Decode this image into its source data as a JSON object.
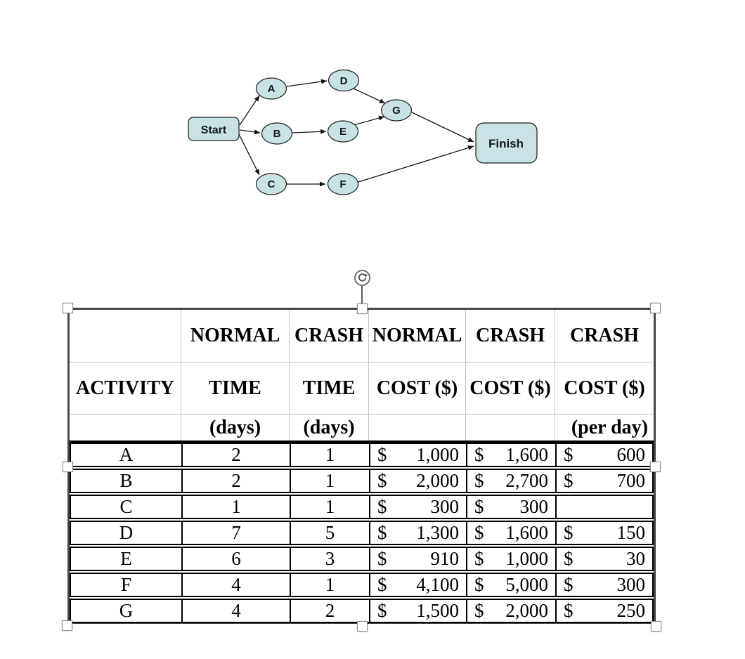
{
  "colors": {
    "node_fill": "#c8e2e6",
    "node_border": "#1c1c1c",
    "selection_frame": "#474747",
    "header_grid_line": "#c3c3c3",
    "table_line": "#000000"
  },
  "diagram": {
    "nodes": {
      "start": {
        "label": "Start"
      },
      "a": {
        "label": "A"
      },
      "b": {
        "label": "B"
      },
      "c": {
        "label": "C"
      },
      "d": {
        "label": "D"
      },
      "e": {
        "label": "E"
      },
      "f": {
        "label": "F"
      },
      "g": {
        "label": "G"
      },
      "finish": {
        "label": "Finish"
      }
    },
    "edges": [
      "Start→A",
      "Start→B",
      "Start→C",
      "A→D",
      "B→E",
      "C→F",
      "D→G",
      "E→G",
      "G→Finish",
      "F→Finish"
    ]
  },
  "table": {
    "currency_symbol": "$",
    "header": {
      "row1": [
        "",
        "NORMAL",
        "CRASH",
        "NORMAL",
        "CRASH",
        "CRASH"
      ],
      "row2": [
        "ACTIVITY",
        "TIME",
        "TIME",
        "COST ($)",
        "COST ($)",
        "COST ($)"
      ],
      "row3": [
        "",
        "(days)",
        "(days)",
        "",
        "",
        "(per day)"
      ]
    },
    "rows": [
      {
        "activity": "A",
        "normal_time": "2",
        "crash_time": "1",
        "normal_cost": "1,000",
        "crash_cost": "1,600",
        "crash_cost_per_day": "600"
      },
      {
        "activity": "B",
        "normal_time": "2",
        "crash_time": "1",
        "normal_cost": "2,000",
        "crash_cost": "2,700",
        "crash_cost_per_day": "700"
      },
      {
        "activity": "C",
        "normal_time": "1",
        "crash_time": "1",
        "normal_cost": "300",
        "crash_cost": "300",
        "crash_cost_per_day": null
      },
      {
        "activity": "D",
        "normal_time": "7",
        "crash_time": "5",
        "normal_cost": "1,300",
        "crash_cost": "1,600",
        "crash_cost_per_day": "150"
      },
      {
        "activity": "E",
        "normal_time": "6",
        "crash_time": "3",
        "normal_cost": "910",
        "crash_cost": "1,000",
        "crash_cost_per_day": "30"
      },
      {
        "activity": "F",
        "normal_time": "4",
        "crash_time": "1",
        "normal_cost": "4,100",
        "crash_cost": "5,000",
        "crash_cost_per_day": "300"
      },
      {
        "activity": "G",
        "normal_time": "4",
        "crash_time": "2",
        "normal_cost": "1,500",
        "crash_cost": "2,000",
        "crash_cost_per_day": "250"
      }
    ]
  }
}
